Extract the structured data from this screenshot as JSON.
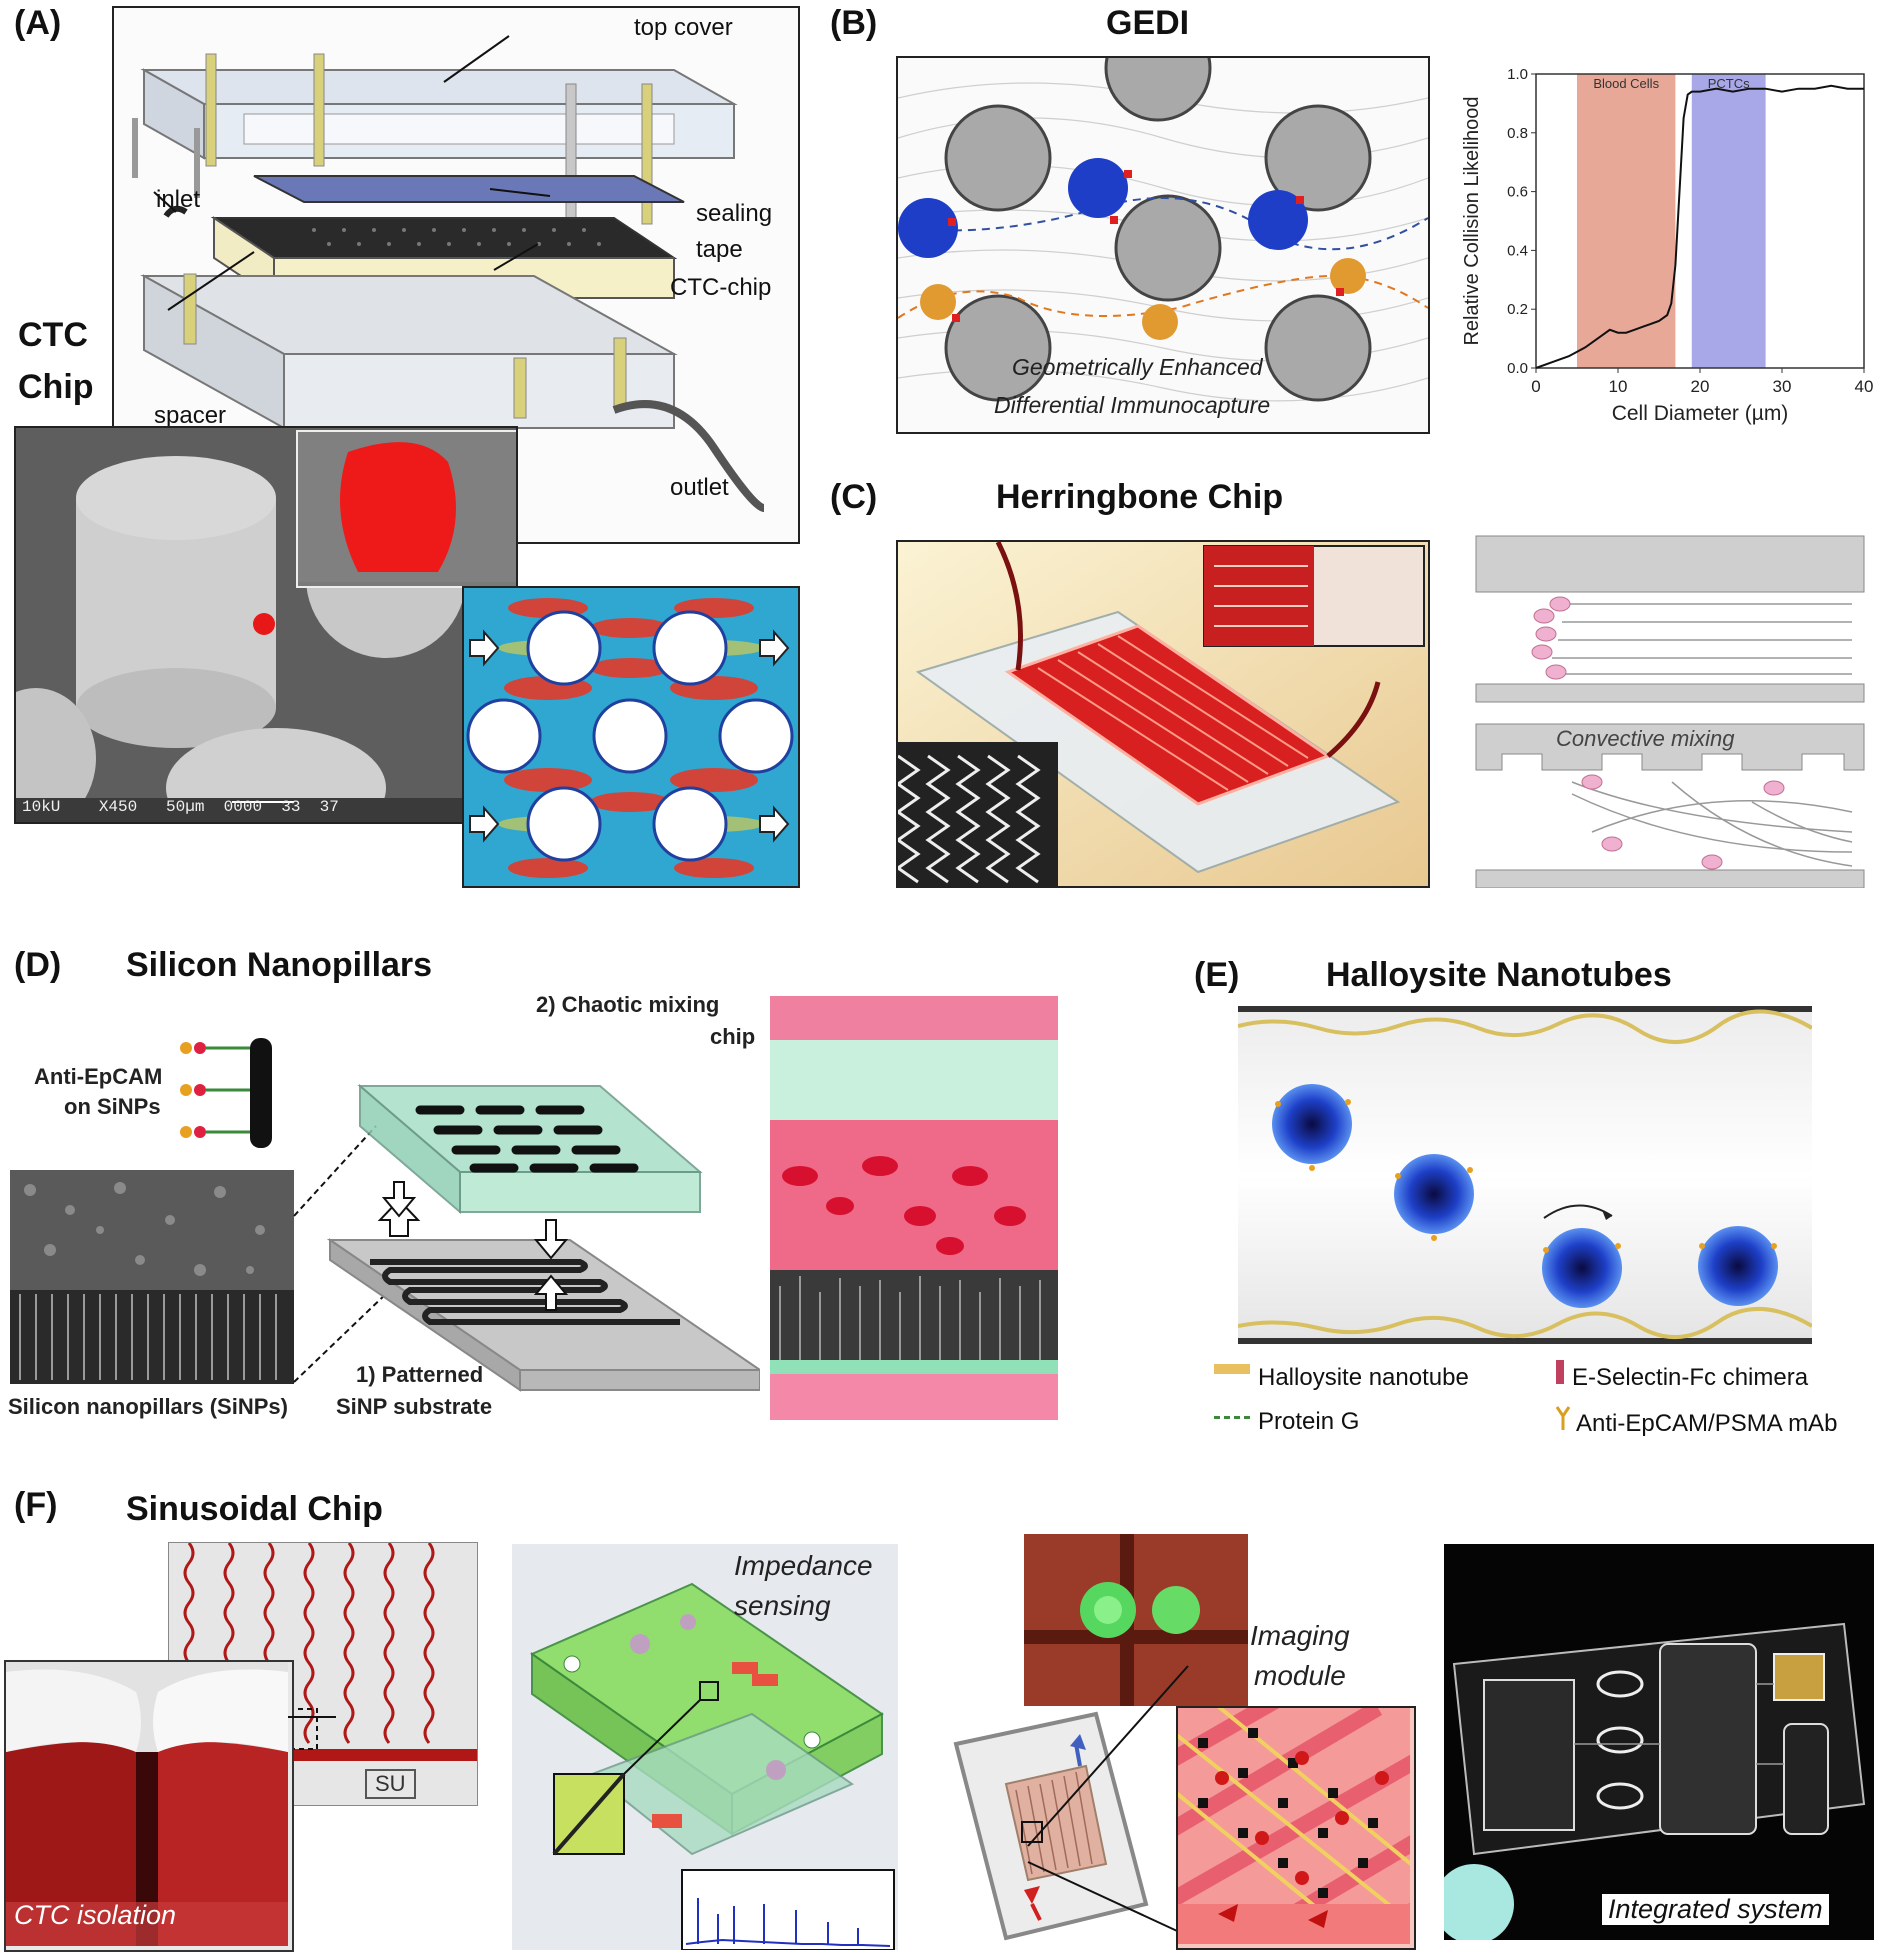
{
  "panels": {
    "a": {
      "letter": "(A)",
      "title_line1": "CTC",
      "title_line2": "Chip",
      "labels": {
        "top_cover": "top cover",
        "inlet": "inlet",
        "sealing": "sealing",
        "tape": "tape",
        "ctc_chip": "CTC-chip",
        "spacer": "spacer",
        "outlet": "outlet"
      },
      "sem_bar": "10kU    X450   50µm  0000  33  37"
    },
    "b": {
      "letter": "(B)",
      "title": "GEDI",
      "caption_line1": "Geometrically Enhanced",
      "caption_line2": "Differential Immunocapture"
    },
    "c": {
      "letter": "(C)",
      "title": "Herringbone Chip",
      "mixing_label": "Convective mixing"
    },
    "d": {
      "letter": "(D)",
      "title": "Silicon Nanopillars",
      "anti_epcam_line1": "Anti-EpCAM",
      "anti_epcam_line2": "on SiNPs",
      "sinp_caption": "Silicon nanopillars (SiNPs)",
      "step1_line1": "1) Patterned",
      "step1_line2": "SiNP substrate",
      "step2_line1": "2) Chaotic mixing",
      "step2_line2": "chip"
    },
    "e": {
      "letter": "(E)",
      "title": "Halloysite Nanotubes",
      "legend": [
        {
          "label": "Halloysite nanotube",
          "color": "#e8c060"
        },
        {
          "label": "E-Selectin-Fc chimera",
          "color": "#c04060"
        },
        {
          "label": "Protein G",
          "color": "#3a8a3a"
        },
        {
          "label": "Anti-EpCAM/PSMA mAb",
          "color": "#d8a020"
        }
      ]
    },
    "f": {
      "letter": "(F)",
      "title": "Sinusoidal Chip",
      "ctc_isolation": "CTC isolation",
      "impedance_line1": "Impedance",
      "impedance_line2": "sensing",
      "imaging_line1": "Imaging",
      "imaging_line2": "module",
      "integrated": "Integrated system",
      "chip_mark": "SU"
    }
  },
  "chart_data": {
    "type": "line",
    "title": "",
    "xlabel": "Cell Diameter (µm)",
    "ylabel": "Relative Collision Likelihood",
    "xlim": [
      0,
      40
    ],
    "ylim": [
      0,
      1.0
    ],
    "xticks": [
      "0",
      "10",
      "20",
      "30",
      "40"
    ],
    "yticks": [
      "0.0",
      "0.2",
      "0.4",
      "0.6",
      "0.8",
      "1.0"
    ],
    "bands": [
      {
        "label": "Blood Cells",
        "x0": 5,
        "x1": 17,
        "color": "#e8a898"
      },
      {
        "label": "PCTCs",
        "x0": 19,
        "x1": 28,
        "color": "#a8a8e8"
      }
    ],
    "series": [
      {
        "color": "#111111",
        "x": [
          0,
          2,
          4,
          6,
          7,
          8,
          9,
          10,
          11,
          12,
          13,
          14,
          15,
          16,
          16.5,
          17,
          17.5,
          18,
          18.5,
          19,
          20,
          22,
          24,
          26,
          28,
          30,
          32,
          34,
          36,
          38,
          40
        ],
        "y": [
          0.0,
          0.02,
          0.04,
          0.07,
          0.09,
          0.11,
          0.13,
          0.12,
          0.12,
          0.13,
          0.14,
          0.15,
          0.16,
          0.18,
          0.22,
          0.35,
          0.6,
          0.85,
          0.93,
          0.94,
          0.94,
          0.95,
          0.94,
          0.95,
          0.95,
          0.94,
          0.95,
          0.95,
          0.96,
          0.95,
          0.95
        ]
      }
    ],
    "grid": false
  }
}
